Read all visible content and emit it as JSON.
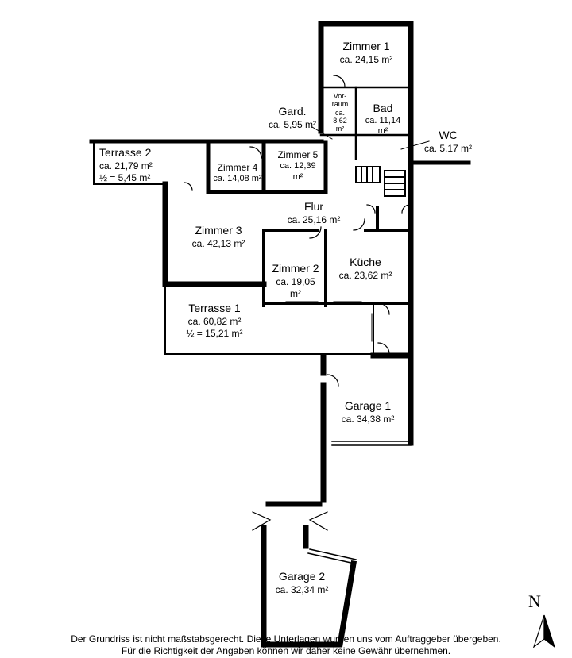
{
  "rooms": {
    "zimmer1": {
      "name": "Zimmer 1",
      "area": "ca. 24,15 m²"
    },
    "vorraum": {
      "name1": "Vor-",
      "name2": "raum",
      "area1": "ca.",
      "area2": "8,62",
      "area3": "m²"
    },
    "bad": {
      "name": "Bad",
      "area1": "ca. 11,14",
      "area2": "m²"
    },
    "gard": {
      "name": "Gard.",
      "area": "ca. 5,95 m²"
    },
    "wc": {
      "name": "WC",
      "area": "ca. 5,17 m²"
    },
    "terrasse2": {
      "name": "Terrasse 2",
      "area": "ca. 21,79 m²",
      "half": "½ = 5,45 m²"
    },
    "zimmer4": {
      "name": "Zimmer 4",
      "area": "ca. 14,08 m²"
    },
    "zimmer5": {
      "name": "Zimmer 5",
      "area1": "ca. 12,39",
      "area2": "m²"
    },
    "flur": {
      "name": "Flur",
      "area": "ca. 25,16 m²"
    },
    "zimmer3": {
      "name": "Zimmer 3",
      "area": "ca. 42,13 m²"
    },
    "zimmer2": {
      "name": "Zimmer 2",
      "area1": "ca. 19,05",
      "area2": "m²"
    },
    "kueche": {
      "name": "Küche",
      "area": "ca. 23,62 m²"
    },
    "terrasse1": {
      "name": "Terrasse 1",
      "area": "ca. 60,82 m²",
      "half": "½ = 15,21 m²"
    },
    "garage1": {
      "name": "Garage 1",
      "area": "ca. 34,38 m²"
    },
    "garage2": {
      "name": "Garage 2",
      "area": "ca. 32,34 m²"
    }
  },
  "compass": {
    "label": "N"
  },
  "disclaimer": {
    "line1": "Der Grundriss ist nicht maßstabsgerecht. Diese Unterlagen wurden uns vom Auftraggeber übergeben.",
    "line2": "Für die Richtigkeit der Angaben können wir daher keine Gewähr übernehmen."
  }
}
